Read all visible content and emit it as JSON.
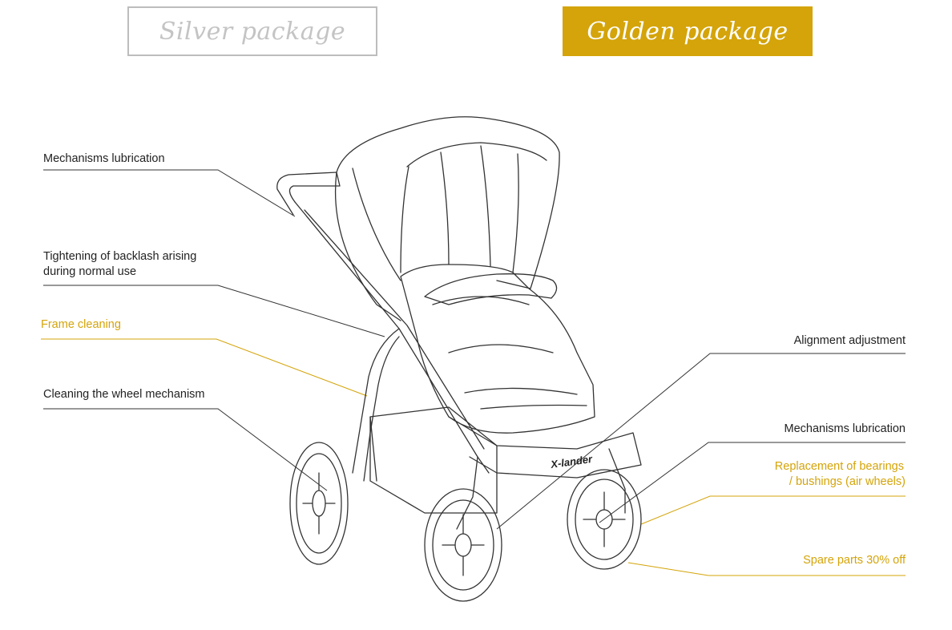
{
  "tabs": {
    "silver_label": "Silver package",
    "golden_label": "Golden package"
  },
  "stroller_brand": "X-lander",
  "colors": {
    "gold": "#d4a40a",
    "dark": "#222222",
    "silver": "#c4c4c4"
  },
  "left_labels": {
    "mechanisms_lubrication": "Mechanisms lubrication",
    "tightening_line1": "Tightening of backlash arising",
    "tightening_line2": "during normal use",
    "frame_cleaning": "Frame cleaning",
    "cleaning_wheel": "Cleaning the wheel mechanism"
  },
  "right_labels": {
    "alignment": "Alignment adjustment",
    "mechanisms_lubrication": "Mechanisms lubrication",
    "replacement_line1": "Replacement of bearings",
    "replacement_line2": "/ bushings (air wheels)",
    "spare_parts": "Spare parts 30% off"
  }
}
